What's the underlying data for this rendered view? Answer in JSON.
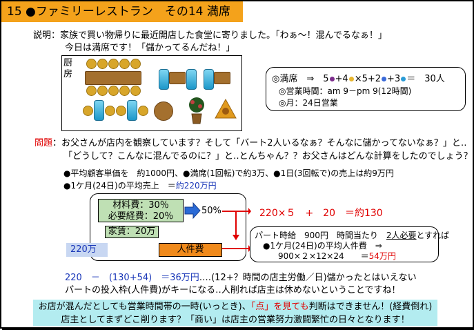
{
  "title": "15 ●ファミリーレストラン　その14 満席",
  "setup": {
    "line1": "説明：家族で買い物帰りに最近開店した食堂に寄りました。「わぁ～！混んでるなぁ！」",
    "line2": "今日は満席です！「儲かってるんだね！」"
  },
  "floor": {
    "kitchen_label": "厨房"
  },
  "info": {
    "capacity_head": "◎満席　⇒　5",
    "capacity_tail": "＝　30人",
    "op1": "+4",
    "op2": "×5+2",
    "op3": "+3",
    "hours": "◎営業時間：am 9－pm 9(12時間)",
    "days": "◎月：24日営業",
    "dot_colors": [
      "#7c2d8c",
      "#e8b62e",
      "#3a6ad8",
      "#2a9bd6"
    ]
  },
  "question": {
    "label": "問題",
    "line1": "：お父さんが店内を観察しています？そして「バート2人いるなぁ？そんなに儲かってないなぁ？」と‥",
    "line2": "「どうして？こんなに混んでるのに？」と‥とんちゃん？？お父さんはどんな計算をしたのでしょう？"
  },
  "facts": {
    "line1": "●平均顧客単価を　約1000円、●満席(1回転)で約3万、●1日(3回転で)の売上は約9万円",
    "line2_prefix": "●1ケ月(24日)の平均売上　＝",
    "line2_value": "約220万円"
  },
  "breakdown": {
    "material": "材料費：30％",
    "expense": "必要経費：20％",
    "rent": "家賃：20万",
    "percent": "50%",
    "sales_total": "220万",
    "labor": "人件費",
    "equation": "220×５　+　20　＝約130"
  },
  "wage": {
    "line1_prefix": "パート時給　900円　時間当たり　",
    "line1_underlined": "2人必要",
    "line1_suffix": "とすれば",
    "line2": "●1ケ月(24日)の平均人件費　⇒",
    "line3": "900×２×12×24　　＝",
    "line3_value": "54万円"
  },
  "result": {
    "calc": "220　－　(130+54)　＝36万円",
    "calc_tail": "‥‥(12+？時間の店主労働／日)儲かったとはいえない",
    "line2": "パートの投入枠(人件費)がキーになる‥人削れば店主は休めないということですね！"
  },
  "note": {
    "line1_a": "お店が混んだとしても営業時間帯の一時(いっとき)、",
    "line1_b": "「点」を見ても",
    "line1_c": "判断はできません！(経費倒れ)",
    "line2": "店主としてまずどこ削ります？「商い」は店主の営業努力激闘繁忙の日々となります！"
  },
  "colors": {
    "title_bg": "#f4a21b",
    "blue": "#1a37b8",
    "red": "#e00000",
    "note_bg": "#b3ecf0"
  }
}
